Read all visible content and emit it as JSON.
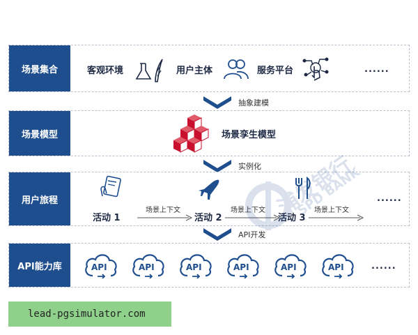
{
  "rows": {
    "scene_collection": {
      "label": "场景集合",
      "items": [
        "客观环境",
        "用户主体",
        "服务平台"
      ],
      "more": "......"
    },
    "scene_model": {
      "label": "场景模型",
      "item": "场景孪生模型"
    },
    "user_journey": {
      "label": "用户旅程",
      "activities": [
        "活动 1",
        "活动 2",
        "活动 3"
      ],
      "context": [
        "场景上下文",
        "场景上下文",
        "场景上下文"
      ],
      "more": "......"
    },
    "api_library": {
      "label": "API能力库",
      "api_text": "API",
      "more": "......"
    }
  },
  "connectors": [
    "抽象建模",
    "实例化",
    "API开发"
  ],
  "watermark": {
    "cn": "浦发银行",
    "en": "SPD BANK"
  },
  "footer": {
    "text": "lead-pgsimulator.com"
  },
  "colors": {
    "label_bg": "#1f4e8f",
    "chevron": "#1f4e8f",
    "cube_red": "#c8102e",
    "icon_blue": "#1f4e8f",
    "footer_bg": "#8fd18a"
  }
}
